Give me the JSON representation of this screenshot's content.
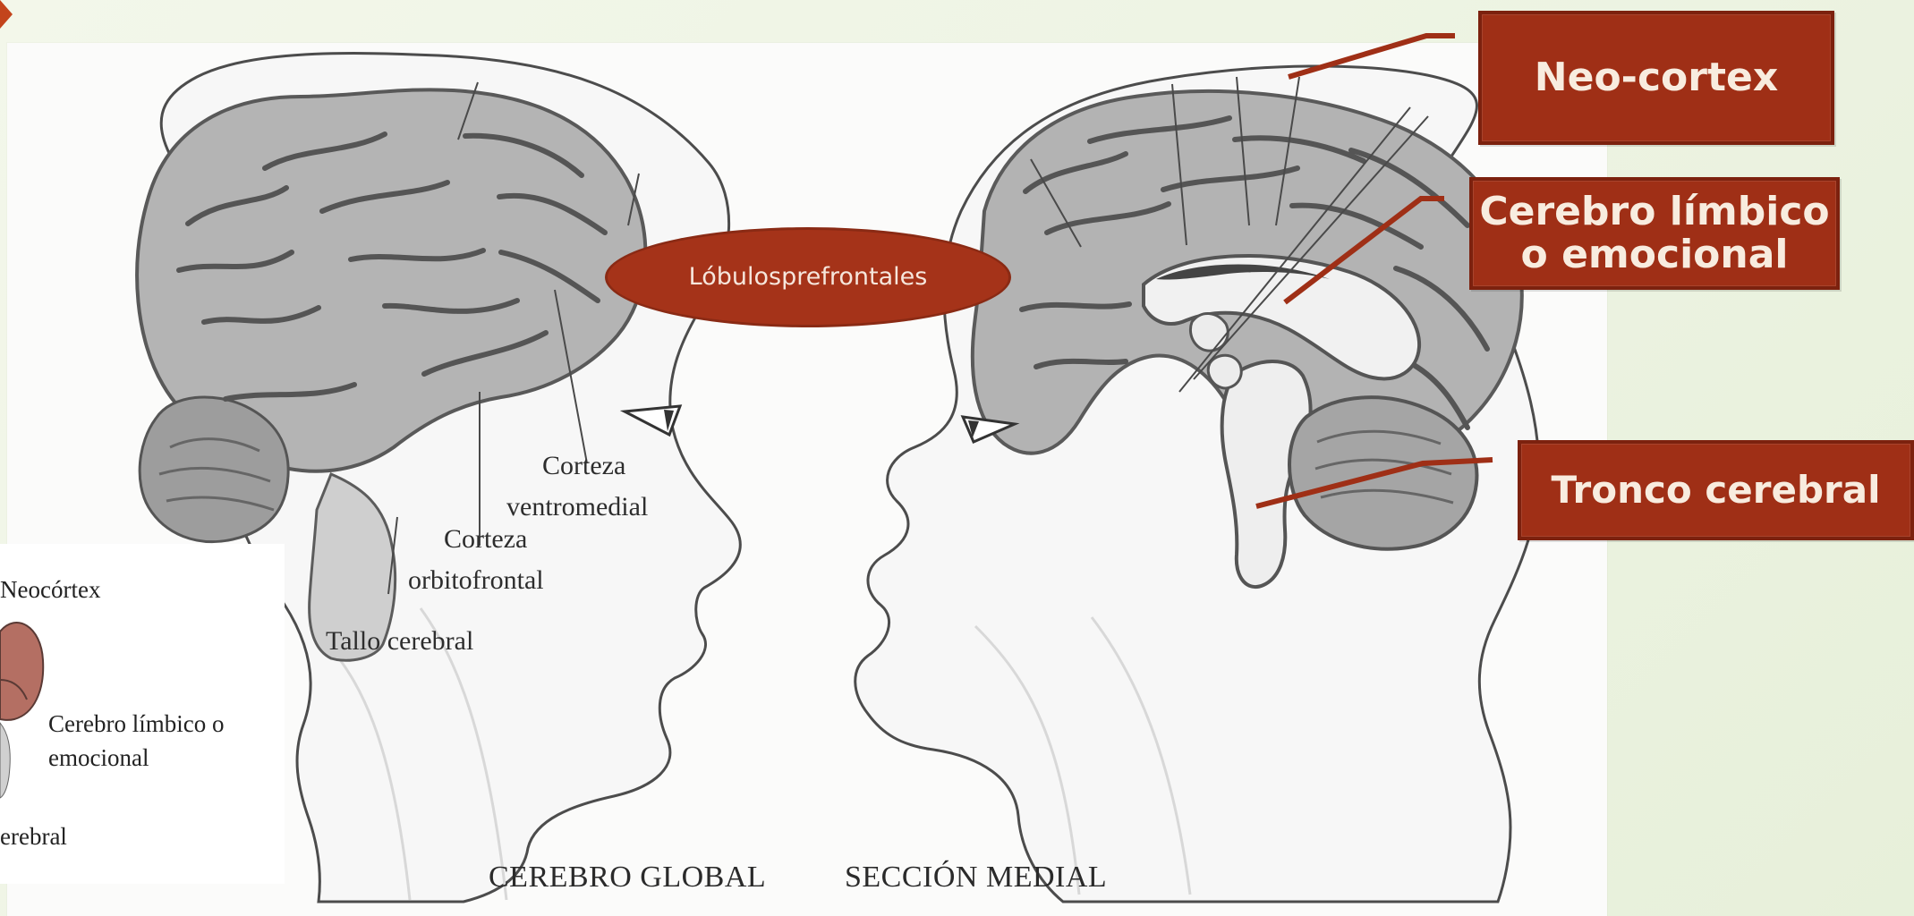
{
  "slide": {
    "callouts": {
      "neo_cortex": "Neo-cortex",
      "cerebro_limbico_line1": "Cerebro límbico",
      "cerebro_limbico_line2": "o emocional",
      "tronco_cerebral": "Tronco cerebral"
    },
    "ellipse_label_line1": "Lóbulos",
    "ellipse_label_line2": "prefrontales"
  },
  "diagram_labels": {
    "corteza_ventromedial_1": "Corteza",
    "corteza_ventromedial_2": "ventromedial",
    "corteza_orbitofrontal_1": "Corteza",
    "corteza_orbitofrontal_2": "orbitofrontal",
    "tallo_cerebral": "Tallo cerebral",
    "caption_left": "CEREBRO GLOBAL",
    "caption_right": "SECCIÓN MEDIAL"
  },
  "inset": {
    "neocortex": "Neocórtex",
    "limbic_1": "Cerebro límbico o",
    "limbic_2": "emocional",
    "cerebral": "erebral"
  },
  "colors": {
    "callout_fill": "#9f2f16",
    "callout_text": "#f8ecdf",
    "ellipse_fill": "#a53319",
    "background": "#eef4e4"
  },
  "icons": {
    "corner_marker": "corner-triangle-icon",
    "brain_inset": "brain-thumbnail-icon"
  }
}
